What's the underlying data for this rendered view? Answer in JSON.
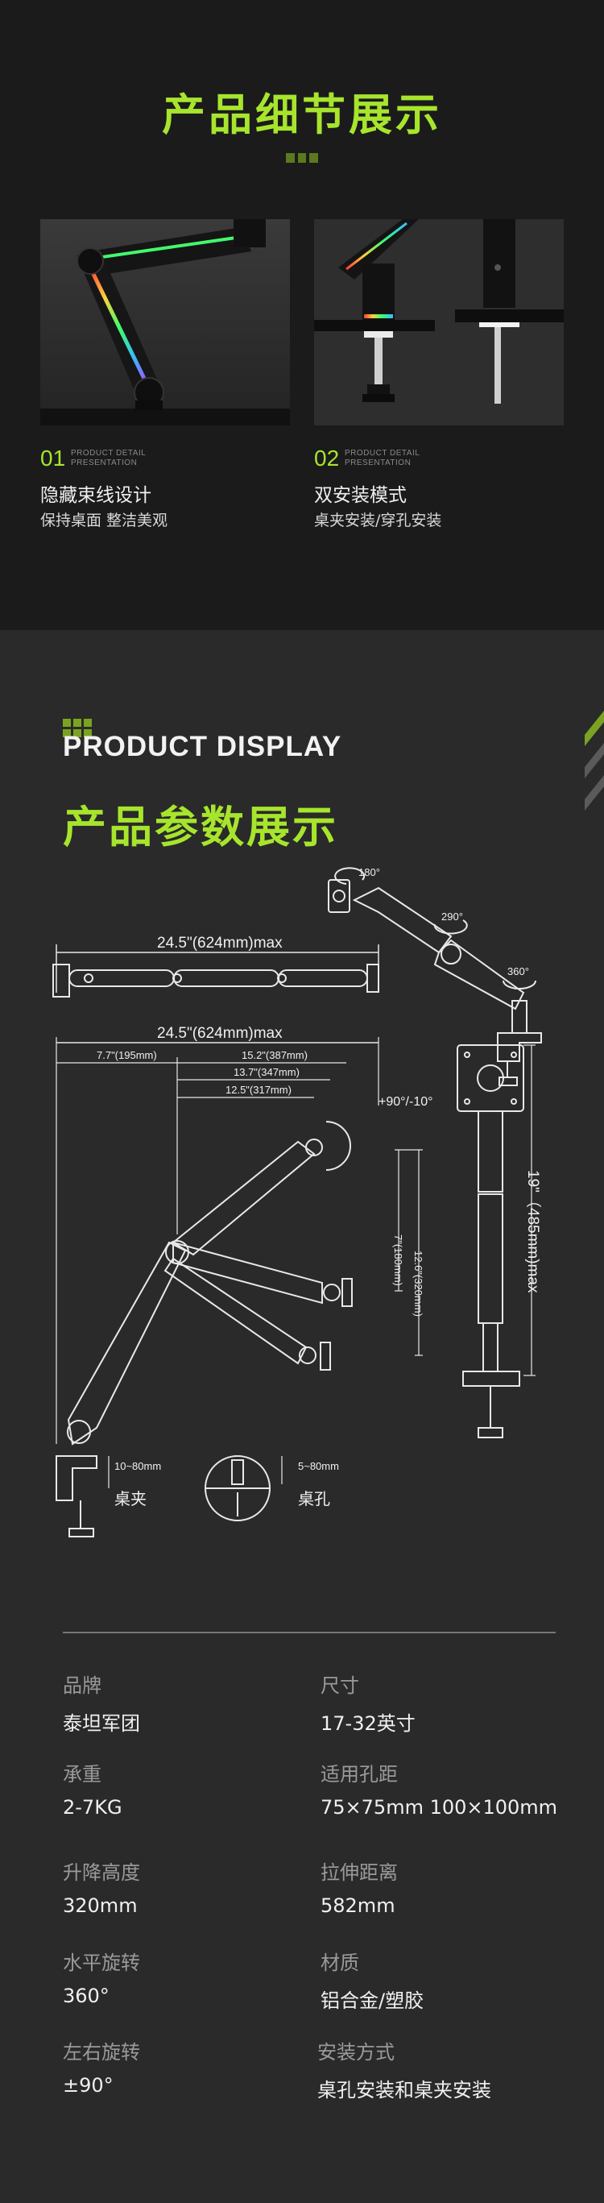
{
  "detail": {
    "title": "产品细节展示",
    "features": [
      {
        "num": "01",
        "caption": "PRODUCT DETAIL\nPRESENTATION",
        "title": "隐藏束线设计",
        "subtitle": "保持桌面 整洁美观"
      },
      {
        "num": "02",
        "caption": "PRODUCT DETAIL\nPRESENTATION",
        "title": "双安装模式",
        "subtitle": "桌夹安装/穿孔安装"
      }
    ]
  },
  "display": {
    "en_title": "PRODUCT DISPLAY",
    "zh_title": "产品参数展示"
  },
  "diagram": {
    "rot_top": "180°",
    "rot_mid": "290°",
    "rot_low": "360°",
    "length_top": "24.5\"(624mm)max",
    "length_mid": "24.5\"(624mm)max",
    "dim_a": "7.7\"(195mm)",
    "dim_b": "15.2\"(387mm)",
    "dim_c": "13.7\"(347mm)",
    "dim_d": "12.5\"(317mm)",
    "tilt": "+90°/-10°",
    "dim_v1": "7\"(180mm)",
    "dim_v2": "12.6\"(320mm)",
    "dim_v3": "19\"（485mm)max",
    "clamp_range": "10~80mm",
    "clamp_label": "桌夹",
    "hole_range": "5~80mm",
    "hole_label": "桌孔"
  },
  "specs": [
    {
      "label": "品牌",
      "value": "泰坦军团"
    },
    {
      "label": "尺寸",
      "value": "17-32英寸"
    },
    {
      "label": "承重",
      "value": "2-7KG"
    },
    {
      "label": "适用孔距",
      "value": "75×75mm  100×100mm"
    },
    {
      "label": "升降高度",
      "value": "320mm"
    },
    {
      "label": "拉伸距离",
      "value": "582mm"
    },
    {
      "label": "水平旋转",
      "value": "360°"
    },
    {
      "label": "材质",
      "value": "铝合金/塑胶"
    },
    {
      "label": "左右旋转",
      "value": "±90°"
    },
    {
      "label": "安装方式",
      "value": "桌孔安装和桌夹安装"
    }
  ],
  "colors": {
    "accent": "#a7e52d",
    "bg_top": "#1b1b1b",
    "bg_bottom": "#2a2a2a"
  }
}
